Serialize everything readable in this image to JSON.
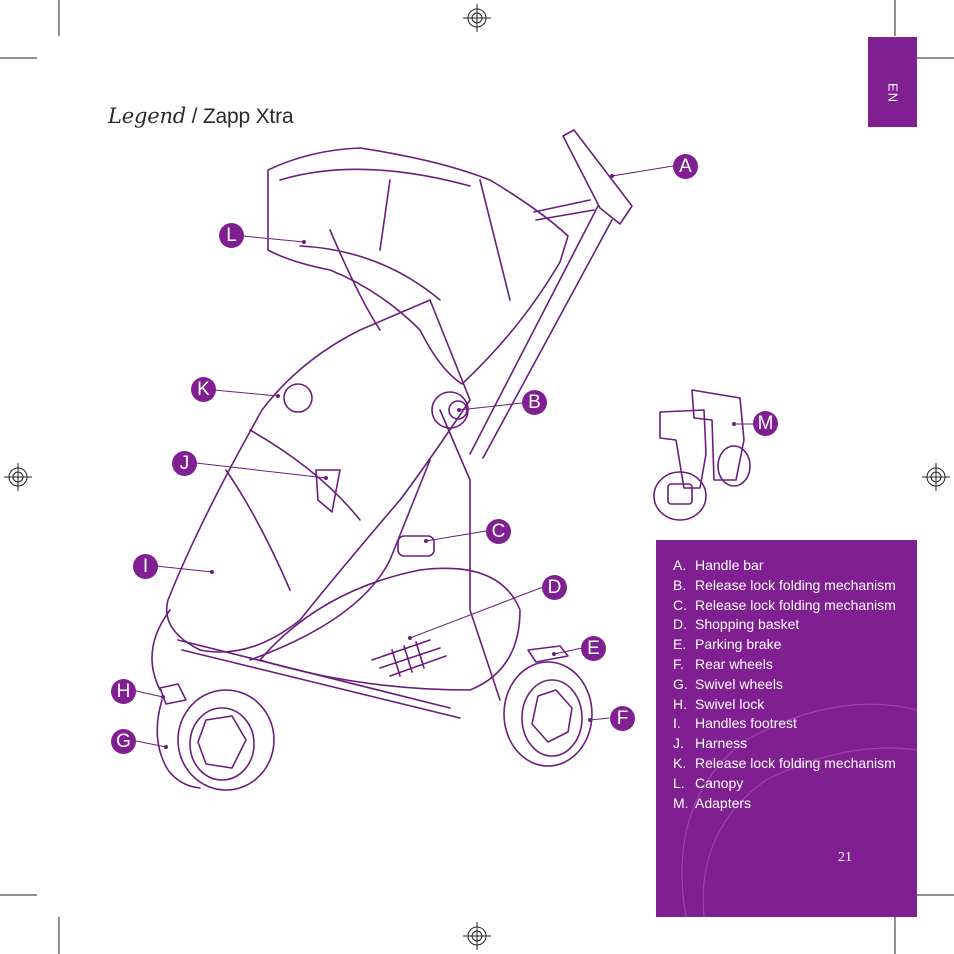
{
  "header": {
    "brand": "Legend",
    "separator": " / ",
    "model": "Zapp Xtra",
    "language_tab": "EN"
  },
  "callouts": [
    "A",
    "B",
    "C",
    "D",
    "E",
    "F",
    "G",
    "H",
    "I",
    "J",
    "K",
    "L",
    "M"
  ],
  "parts": [
    {
      "letter": "A.",
      "label": "Handle bar"
    },
    {
      "letter": "B.",
      "label": "Release lock folding mechanism"
    },
    {
      "letter": "C.",
      "label": "Release lock folding mechanism"
    },
    {
      "letter": "D.",
      "label": "Shopping basket"
    },
    {
      "letter": "E.",
      "label": "Parking brake"
    },
    {
      "letter": "F.",
      "label": "Rear wheels"
    },
    {
      "letter": "G.",
      "label": "Swivel wheels"
    },
    {
      "letter": "H.",
      "label": "Swivel lock"
    },
    {
      "letter": "I.",
      "label": "Handles footrest"
    },
    {
      "letter": "J.",
      "label": "Harness"
    },
    {
      "letter": "K.",
      "label": "Release lock folding mechanism"
    },
    {
      "letter": "L.",
      "label": "Canopy"
    },
    {
      "letter": "M.",
      "label": "Adapters"
    }
  ],
  "page_number": "21",
  "colors": {
    "accent": "#7f1f91",
    "line": "#6b1d7d",
    "text": "#2a2a2a"
  }
}
